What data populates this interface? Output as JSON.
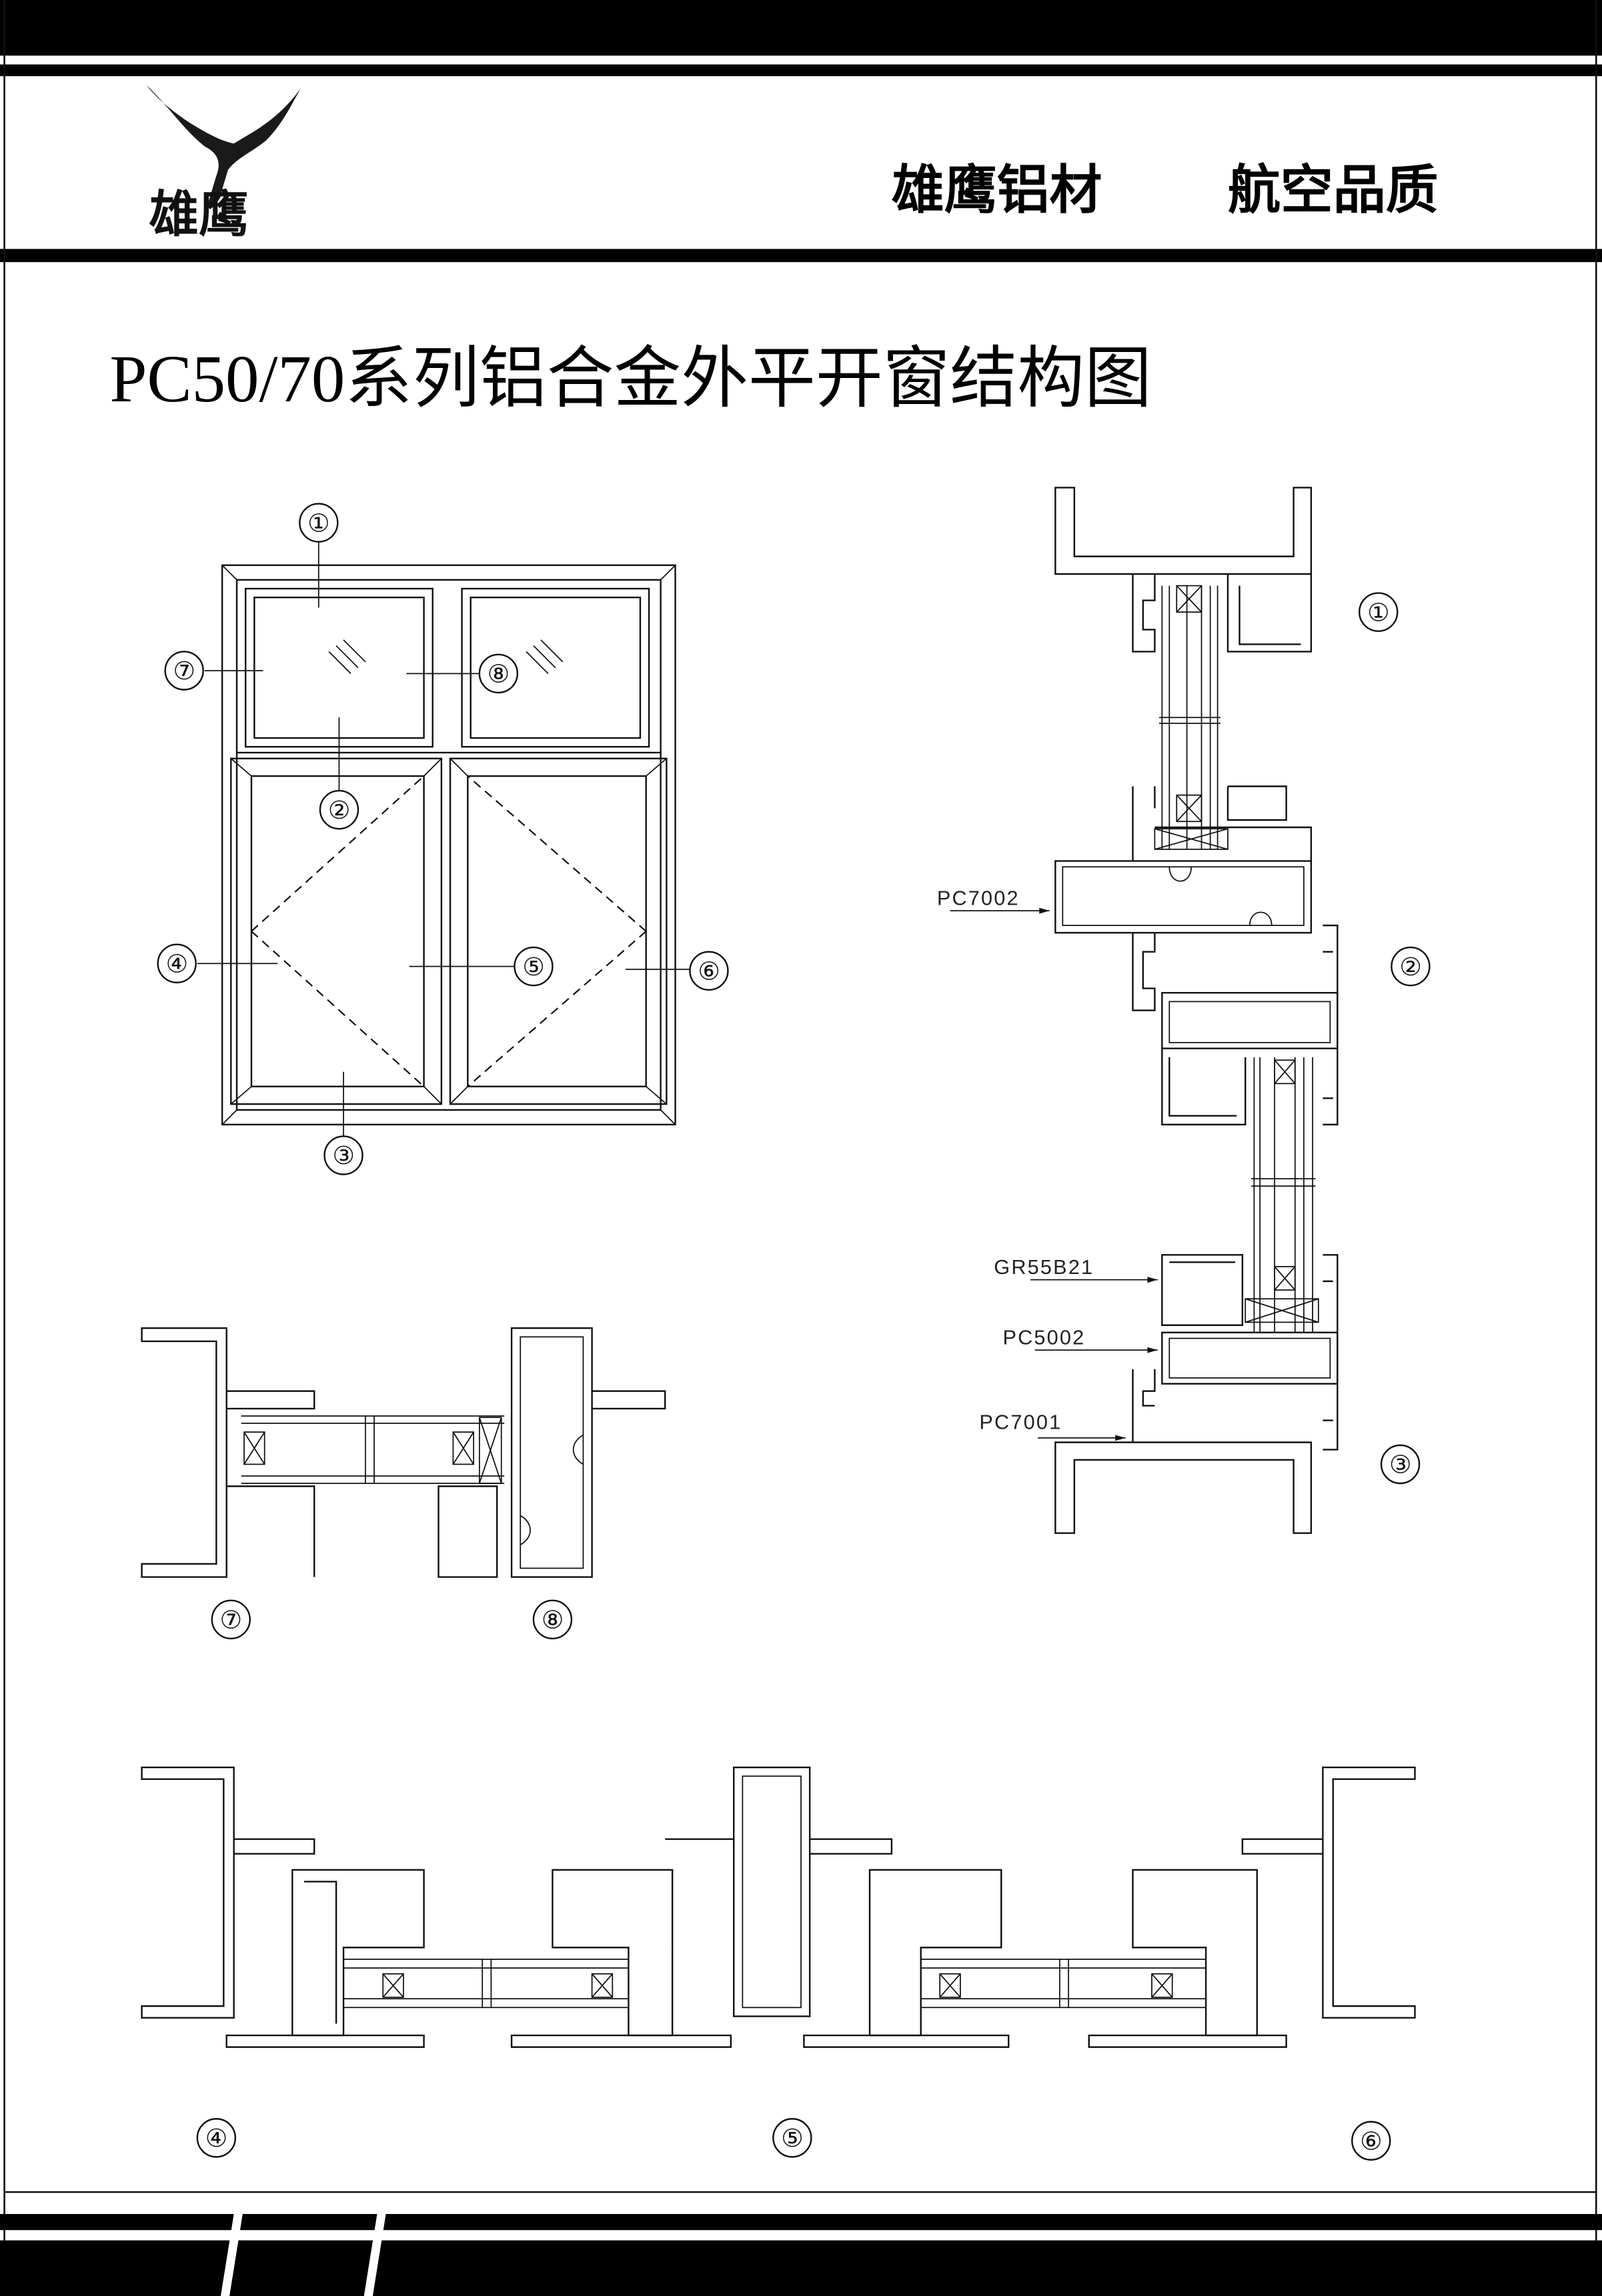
{
  "header": {
    "logo_text": "雄鹰",
    "slogan_left": "雄鹰铝材",
    "slogan_right": "航空品质"
  },
  "title": "PC50/70系列铝合金外平开窗结构图",
  "elevation": {
    "labels": [
      "①",
      "②",
      "③",
      "④",
      "⑤",
      "⑥",
      "⑦",
      "⑧"
    ]
  },
  "vertical_section": {
    "circle_labels": [
      "①",
      "②",
      "③"
    ],
    "parts": [
      "PC7002",
      "GR55B21",
      "PC5002",
      "PC7001"
    ]
  },
  "section_78": {
    "circle_labels": [
      "⑦",
      "⑧"
    ]
  },
  "section_456": {
    "circle_labels": [
      "④",
      "⑤",
      "⑥"
    ]
  }
}
